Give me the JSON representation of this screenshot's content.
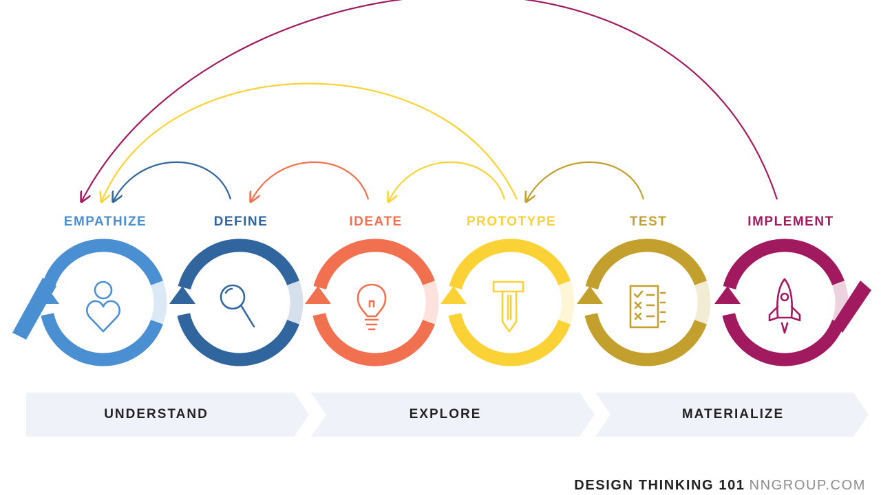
{
  "stages": [
    {
      "label": "EMPATHIZE",
      "color": "#4a8fd1",
      "icon": "person-heart-icon"
    },
    {
      "label": "DEFINE",
      "color": "#30659e",
      "icon": "magnifier-icon"
    },
    {
      "label": "IDEATE",
      "color": "#f0704f",
      "icon": "lightbulb-icon"
    },
    {
      "label": "PROTOTYPE",
      "color": "#fbd235",
      "icon": "hammer-pencil-icon"
    },
    {
      "label": "TEST",
      "color": "#c3a02e",
      "icon": "checklist-icon"
    },
    {
      "label": "IMPLEMENT",
      "color": "#a1195f",
      "icon": "rocket-icon"
    }
  ],
  "phases": [
    {
      "label": "UNDERSTAND"
    },
    {
      "label": "EXPLORE"
    },
    {
      "label": "MATERIALIZE"
    }
  ],
  "feedback_arrows": [
    {
      "from": "DEFINE",
      "to": "EMPATHIZE",
      "color": "#30659e"
    },
    {
      "from": "IDEATE",
      "to": "DEFINE",
      "color": "#f0704f"
    },
    {
      "from": "PROTOTYPE",
      "to": "IDEATE",
      "color": "#fbd235"
    },
    {
      "from": "TEST",
      "to": "PROTOTYPE",
      "color": "#c3a02e"
    },
    {
      "from": "PROTOTYPE",
      "to": "EMPATHIZE",
      "color": "#fbd235"
    },
    {
      "from": "IMPLEMENT",
      "to": "EMPATHIZE",
      "color": "#a1195f"
    }
  ],
  "phase_band_color": "#eff2f8",
  "footer": {
    "title": "DESIGN THINKING 101",
    "site": "NNGROUP.COM"
  }
}
